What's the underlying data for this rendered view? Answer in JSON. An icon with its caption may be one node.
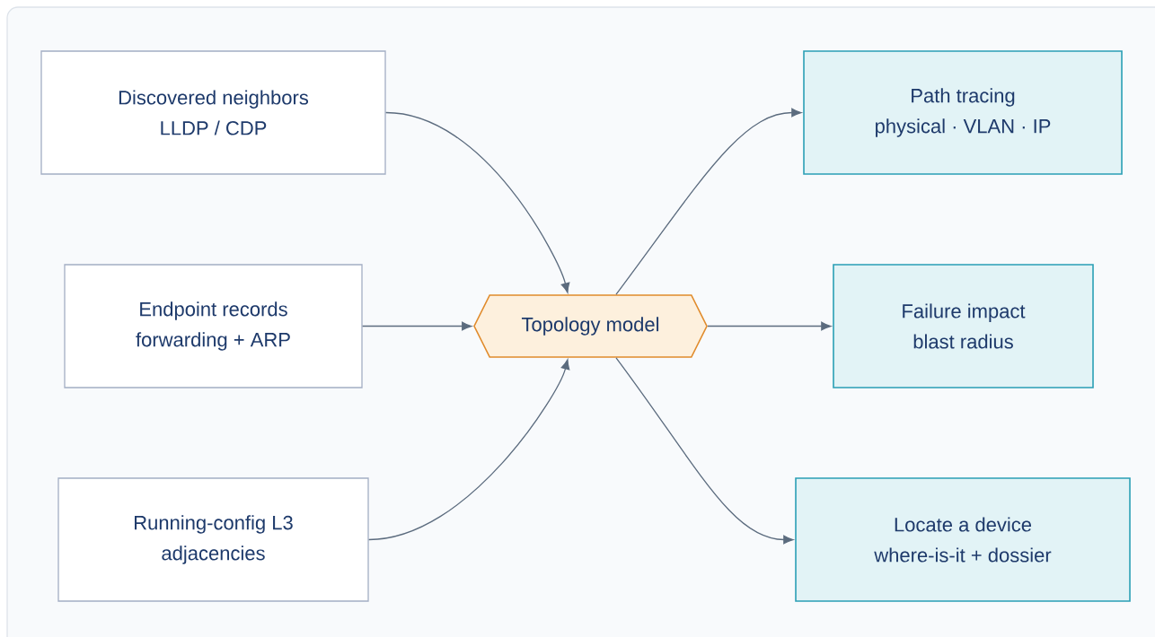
{
  "diagram": {
    "nodes": [
      {
        "text": [
          "Discovered neighbors",
          "LLDP / CDP"
        ]
      },
      {
        "text": [
          "Endpoint records",
          "forwarding + ARP"
        ]
      },
      {
        "text": [
          "Running-config L3",
          "adjacencies"
        ]
      },
      {
        "text": [
          "Topology model"
        ]
      },
      {
        "text": [
          "Path tracing",
          "physical · VLAN · IP"
        ]
      },
      {
        "text": [
          "Failure impact",
          "blast radius"
        ]
      },
      {
        "text": [
          "Locate a device",
          "where-is-it + dossier"
        ]
      }
    ],
    "edges": [
      {
        "from": 0,
        "to": 3,
        "arrow": "to"
      },
      {
        "from": 1,
        "to": 3,
        "arrow": "to"
      },
      {
        "from": 2,
        "to": 3,
        "arrow": "to"
      },
      {
        "from": 3,
        "to": 4,
        "arrow": "to"
      },
      {
        "from": 3,
        "to": 5,
        "arrow": "to"
      },
      {
        "from": 3,
        "to": 6,
        "arrow": "to"
      }
    ]
  }
}
